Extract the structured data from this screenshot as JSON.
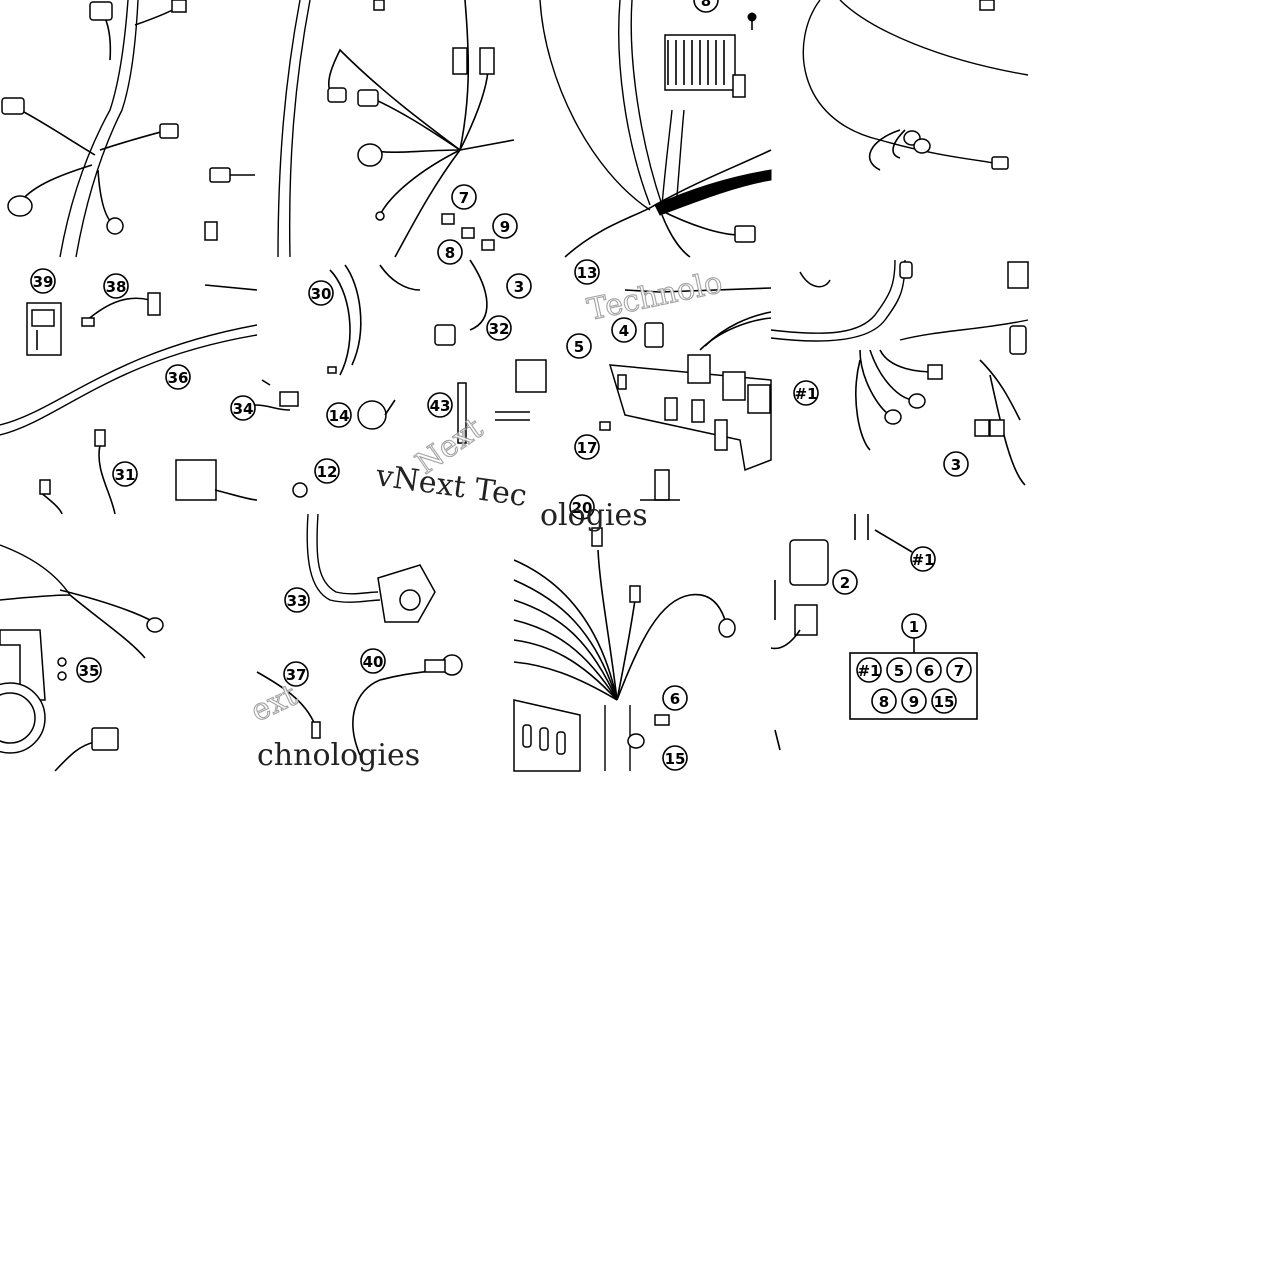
{
  "watermark": {
    "brand_a": "vNext Tec",
    "brand_b": "Technolo",
    "brand_c": "ologies",
    "brand_d": "chnologies",
    "brand_e": "Next",
    "brand_f": "ext"
  },
  "callouts": [
    {
      "id": "c7",
      "label": "7"
    },
    {
      "id": "c8a",
      "label": "8"
    },
    {
      "id": "c9a",
      "label": "9"
    },
    {
      "id": "c8b",
      "label": "8"
    },
    {
      "id": "c39",
      "label": "39"
    },
    {
      "id": "c38",
      "label": "38"
    },
    {
      "id": "c36",
      "label": "36"
    },
    {
      "id": "c34",
      "label": "34"
    },
    {
      "id": "c31",
      "label": "31"
    },
    {
      "id": "c30",
      "label": "30"
    },
    {
      "id": "c32",
      "label": "32"
    },
    {
      "id": "c3a",
      "label": "3"
    },
    {
      "id": "c14",
      "label": "14"
    },
    {
      "id": "c43",
      "label": "43"
    },
    {
      "id": "c12",
      "label": "12"
    },
    {
      "id": "c13",
      "label": "13"
    },
    {
      "id": "c4",
      "label": "4"
    },
    {
      "id": "c5",
      "label": "5"
    },
    {
      "id": "c17",
      "label": "17"
    },
    {
      "id": "c20",
      "label": "20"
    },
    {
      "id": "cH1a",
      "label": "#1"
    },
    {
      "id": "c3b",
      "label": "3"
    },
    {
      "id": "c35",
      "label": "35"
    },
    {
      "id": "c33",
      "label": "33"
    },
    {
      "id": "c37",
      "label": "37"
    },
    {
      "id": "c40",
      "label": "40"
    },
    {
      "id": "c6",
      "label": "6"
    },
    {
      "id": "c15",
      "label": "15"
    },
    {
      "id": "cH1b",
      "label": "#1"
    },
    {
      "id": "c2",
      "label": "2"
    },
    {
      "id": "c1",
      "label": "1"
    }
  ],
  "kit_box": {
    "row1": [
      "#1",
      "5",
      "6",
      "7"
    ],
    "row2": [
      "8",
      "9",
      "15"
    ]
  }
}
